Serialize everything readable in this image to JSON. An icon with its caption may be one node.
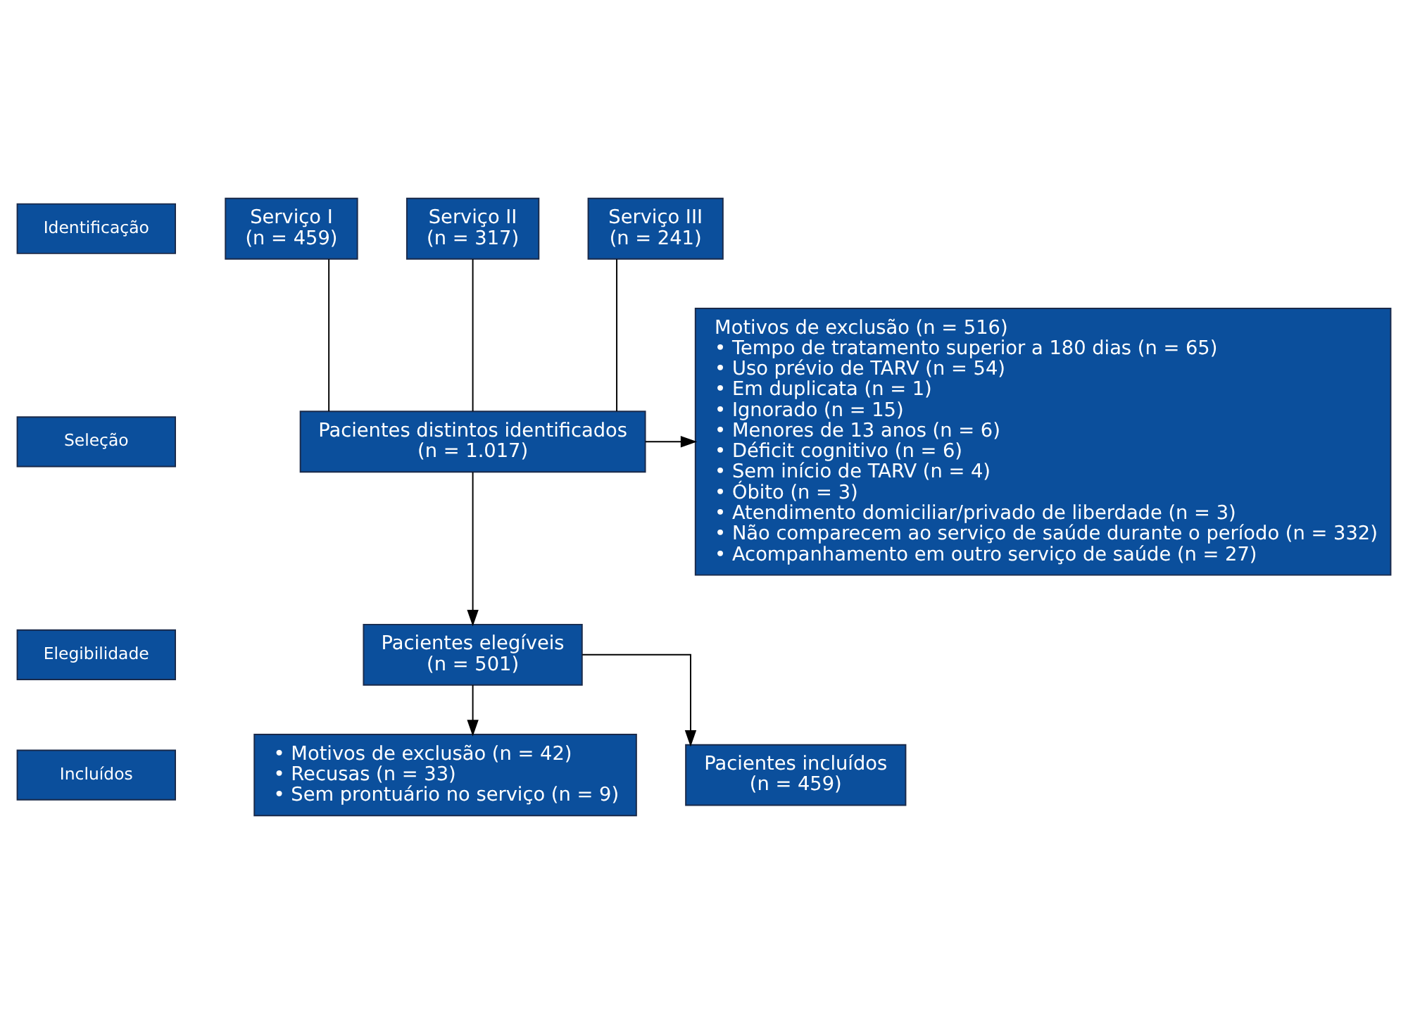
{
  "diagram": {
    "nodes": [
      {
        "text": [
          "Identificação"
        ]
      },
      {
        "text": [
          "Serviço I",
          "(n = 459)"
        ]
      },
      {
        "text": [
          "Serviço II",
          "(n = 317)"
        ]
      },
      {
        "text": [
          "Serviço III",
          "(n = 241)"
        ]
      },
      {
        "text": [
          "Seleção"
        ]
      },
      {
        "text": [
          "Pacientes distintos identificados",
          "(n = 1.017)"
        ]
      },
      {
        "text": [
          "Motivos de exclusão (n = 516)",
          "• Tempo de tratamento superior a 180 dias (n = 65)",
          "• Uso prévio de TARV (n = 54)",
          "• Em duplicata (n = 1)",
          "• Ignorado (n = 15)",
          "• Menores de 13 anos (n = 6)",
          "• Déficit cognitivo (n = 6)",
          "• Sem início de TARV (n = 4)",
          "• Óbito (n = 3)",
          "• Atendimento domiciliar/privado de liberdade (n = 3)",
          "• Não comparecem ao serviço de saúde durante o período (n = 332)",
          "• Acompanhamento em outro serviço de saúde (n = 27)"
        ]
      },
      {
        "text": [
          "Elegibilidade"
        ]
      },
      {
        "text": [
          "Pacientes elegíveis",
          "(n = 501)"
        ]
      },
      {
        "text": [
          "Incluídos"
        ]
      },
      {
        "text": [
          "• Motivos de exclusão (n = 42)",
          "• Recusas (n = 33)",
          "• Sem prontuário no serviço (n = 9)"
        ]
      },
      {
        "text": [
          "Pacientes incluídos",
          "(n = 459)"
        ]
      }
    ],
    "edges": [
      {
        "from": 1,
        "to": 5,
        "arrow": "none"
      },
      {
        "from": 2,
        "to": 5,
        "arrow": "none"
      },
      {
        "from": 3,
        "to": 5,
        "arrow": "none"
      },
      {
        "from": 5,
        "to": 8,
        "arrow": "to"
      },
      {
        "from": 5,
        "to": 6,
        "arrow": "to"
      },
      {
        "from": 8,
        "to": 11,
        "arrow": "to"
      },
      {
        "from": 8,
        "to": 10,
        "arrow": "to"
      }
    ]
  }
}
